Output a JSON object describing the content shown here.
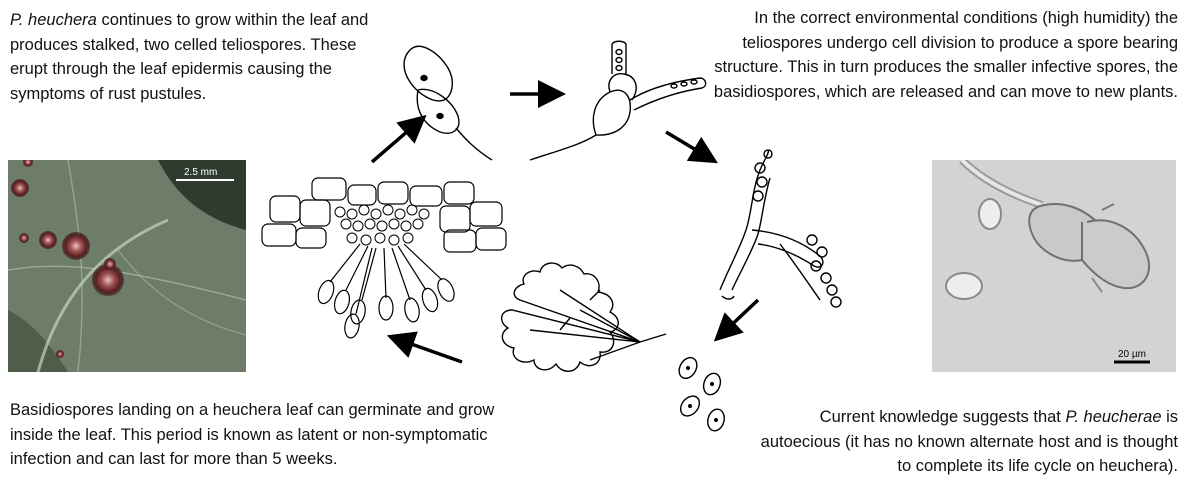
{
  "top_left": {
    "italic": "P. heuchera",
    "text": " continues to grow within the leaf and produces stalked, two celled teliospores. These erupt through the leaf epidermis causing the symptoms of rust pustules."
  },
  "top_right": {
    "text": "In the correct environmental conditions (high humidity) the teliospores undergo cell division to produce a spore bearing structure. This in turn produces the smaller infective spores, the basidiospores, which are released and can move to new plants."
  },
  "bottom_left": {
    "text": "Basidiospores landing on a heuchera leaf can germinate and grow inside the leaf. This period is known as latent or non-symptomatic infection and can last for more than 5 weeks."
  },
  "bottom_right": {
    "pre": "Current knowledge suggests that ",
    "italic": "P. heucherae",
    "post": " is autoecious (it has no known alternate host and is thought to complete its life cycle on heuchera)."
  },
  "leaf_photo": {
    "scale_label": "2.5 mm"
  },
  "micro_photo": {
    "scale_label": "20 µm"
  }
}
